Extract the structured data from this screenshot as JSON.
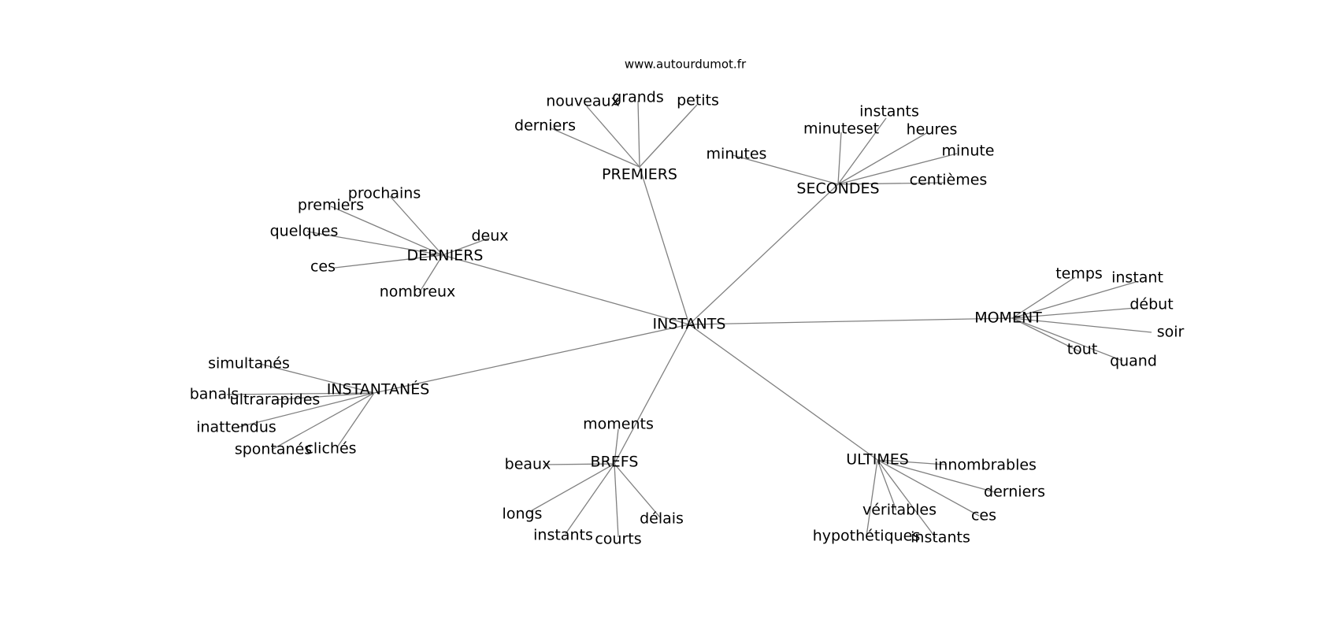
{
  "website": "www.autourdumot.fr",
  "root": "INSTANTS",
  "groups": [
    {
      "word": "PREMIERS",
      "leaves": [
        "derniers",
        "nouveaux",
        "grands",
        "petits"
      ]
    },
    {
      "word": "SECONDES",
      "leaves": [
        "minutes",
        "minuteset",
        "instants",
        "heures",
        "minute",
        "centièmes"
      ]
    },
    {
      "word": "DERNIERS",
      "leaves": [
        "prochains",
        "premiers",
        "quelques",
        "deux",
        "ces",
        "nombreux"
      ]
    },
    {
      "word": "MOMENT",
      "leaves": [
        "temps",
        "instant",
        "début",
        "soir",
        "tout",
        "quand"
      ]
    },
    {
      "word": "INSTANTANÉS",
      "leaves": [
        "simultanés",
        "banals",
        "ultrarapides",
        "inattendus",
        "spontanés",
        "clichés"
      ]
    },
    {
      "word": "BREFS",
      "leaves": [
        "moments",
        "beaux",
        "longs",
        "instants",
        "courts",
        "délais"
      ]
    },
    {
      "word": "ULTIMES",
      "leaves": [
        "innombrables",
        "derniers",
        "ces",
        "véritables",
        "hypothétiques",
        "instants"
      ]
    }
  ]
}
